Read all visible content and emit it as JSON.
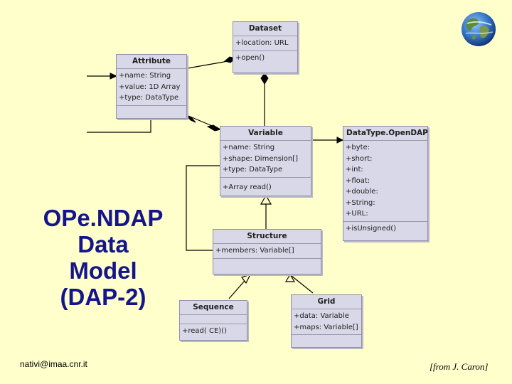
{
  "title_lines": [
    "OPe.NDAP",
    "Data",
    "Model",
    "(DAP-2)"
  ],
  "email": "nativi@imaa.cnr.it",
  "credit": "[from J. Caron]",
  "classes": {
    "dataset": {
      "name": "Dataset",
      "attributes": [
        "+location: URL"
      ],
      "operations": [
        "+open()"
      ]
    },
    "attribute": {
      "name": "Attribute",
      "attributes": [
        "+name: String",
        "+value: 1D Array",
        "+type: DataType"
      ],
      "operations": [
        ""
      ]
    },
    "variable": {
      "name": "Variable",
      "attributes": [
        "+name: String",
        "+shape: Dimension[]",
        "+type: DataType"
      ],
      "operations": [
        "+Array read()"
      ]
    },
    "datatype": {
      "name": "DataType.OpenDAP",
      "attributes": [
        "+byte:",
        "+short:",
        "+int:",
        "+float:",
        "+double:",
        "+String:",
        "+URL:"
      ],
      "operations": [
        "+isUnsigned()"
      ]
    },
    "structure": {
      "name": "Structure",
      "attributes": [
        "+members: Variable[]"
      ],
      "operations": [
        ""
      ]
    },
    "sequence": {
      "name": "Sequence",
      "attributes": [
        ""
      ],
      "operations": [
        "+read( CE)()"
      ]
    },
    "grid": {
      "name": "Grid",
      "attributes": [
        "+data: Variable",
        "+maps: Variable[]"
      ],
      "operations": [
        ""
      ]
    }
  },
  "colors": {
    "background": "#ffffcc",
    "title": "#14148c",
    "class_fill": "#d8d8e8",
    "class_border": "#9090a8"
  },
  "icons": {
    "globe": "globe-icon"
  }
}
